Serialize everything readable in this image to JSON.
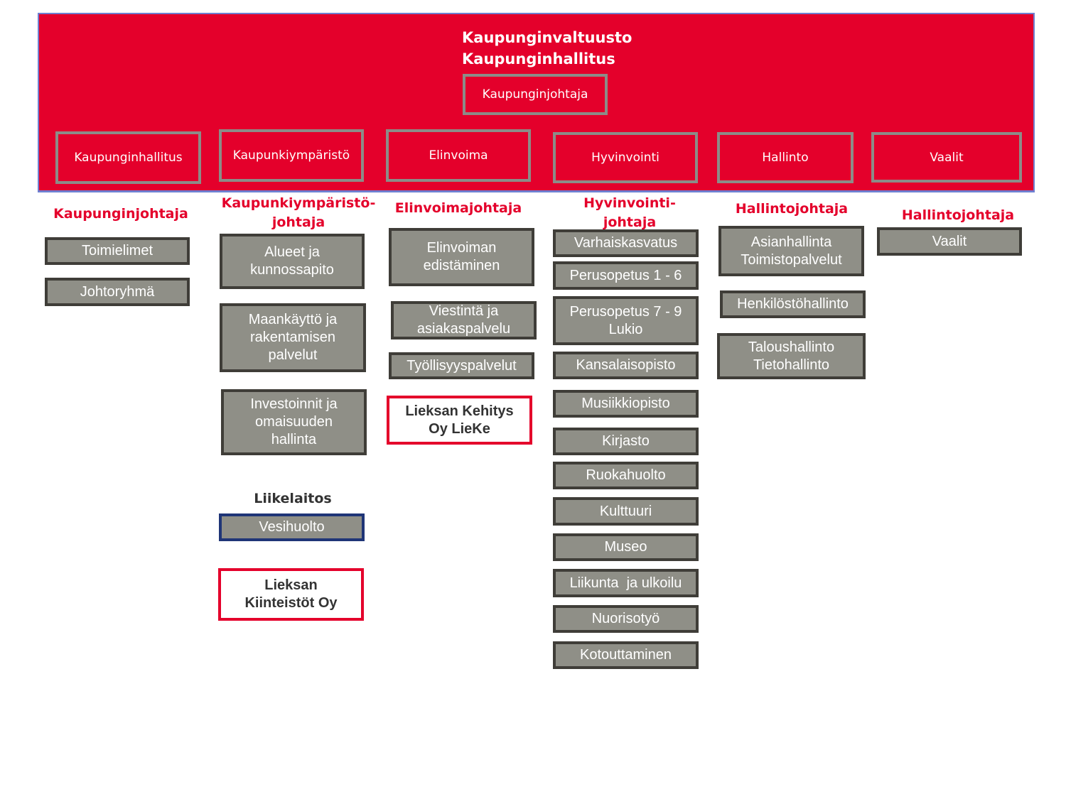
{
  "header": {
    "council_line1": "Kaupunginvaltuusto",
    "council_line2": "Kaupunginhallitus",
    "mayor_box": "Kaupunginjohtaja",
    "sectors": [
      "Kaupunginhallitus",
      "Kaupunkiympäristö",
      "Elinvoima",
      "Hyvinvointi",
      "Hallinto",
      "Vaalit"
    ],
    "background_color": "#E4002B"
  },
  "columns": {
    "col1": {
      "heading": "Kaupunginjohtaja",
      "units": [
        "Toimielimet",
        "Johtoryhmä"
      ]
    },
    "col2": {
      "heading_line1": "Kaupunkiympäristö-",
      "heading_line2": "johtaja",
      "units": [
        {
          "line1": "Alueet ja",
          "line2": "kunnossapito"
        },
        {
          "line1": "Maankäyttö ja",
          "line2": "rakentamisen",
          "line3": "palvelut"
        },
        {
          "line1": "Investoinnit ja",
          "line2": "omaisuuden",
          "line3": "hallinta"
        }
      ],
      "enterprise_heading": "Liikelaitos",
      "enterprise_unit": "Vesihuolto",
      "company": {
        "line1": "Lieksan",
        "line2": "Kiinteistöt Oy"
      }
    },
    "col3": {
      "heading": "Elinvoimajohtaja",
      "units": [
        {
          "line1": "Elinvoiman",
          "line2": "edistäminen"
        },
        {
          "line1": "Viestintä ja",
          "line2": "asiakaspalvelu"
        },
        {
          "line1": "Työllisyyspalvelut"
        }
      ],
      "company": {
        "line1": "Lieksan Kehitys",
        "line2": "Oy LieKe"
      }
    },
    "col4": {
      "heading_line1": "Hyvinvointi-",
      "heading_line2": "johtaja",
      "units": [
        {
          "line1": "Varhaiskasvatus"
        },
        {
          "line1": "Perusopetus 1 - 6"
        },
        {
          "line1": "Perusopetus 7 - 9",
          "line2": "Lukio"
        },
        {
          "line1": "Kansalaisopisto"
        },
        {
          "line1": "Musiikkiopisto"
        },
        {
          "line1": "Kirjasto"
        },
        {
          "line1": "Ruokahuolto"
        },
        {
          "line1": "Kulttuuri"
        },
        {
          "line1": "Museo"
        },
        {
          "line1": "Liikunta  ja ulkoilu"
        },
        {
          "line1": "Nuorisotyö"
        },
        {
          "line1": "Kotouttaminen"
        }
      ]
    },
    "col5": {
      "heading": "Hallintojohtaja",
      "units": [
        {
          "line1": "Asianhallinta",
          "line2": "Toimistopalvelut"
        },
        {
          "line1": "Henkilöstöhallinto"
        },
        {
          "line1": "Taloushallinto",
          "line2": "Tietohallinto"
        }
      ]
    },
    "col6": {
      "heading": "Hallintojohtaja",
      "units": [
        "Vaalit"
      ]
    }
  }
}
